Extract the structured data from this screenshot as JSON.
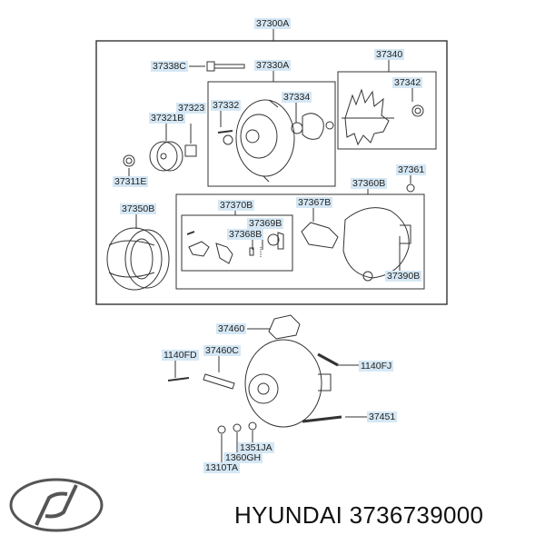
{
  "diagram": {
    "labels": {
      "l37300A": "37300A",
      "l37338C": "37338C",
      "l37330A": "37330A",
      "l37340": "37340",
      "l37342": "37342",
      "l37323": "37323",
      "l37332": "37332",
      "l37334": "37334",
      "l37321B": "37321B",
      "l37311E": "37311E",
      "l37361": "37361",
      "l37360B": "37360B",
      "l37350B": "37350B",
      "l37370B": "37370B",
      "l37367B": "37367B",
      "l37369B": "37369B",
      "l37368B": "37368B",
      "l37390B": "37390B",
      "l37460": "37460",
      "l1140FD": "1140FD",
      "l37460C": "37460C",
      "l1140FJ": "1140FJ",
      "l37451": "37451",
      "l1351JA": "1351JA",
      "l1360GH": "1360GH",
      "l1310TA": "1310TA"
    },
    "logo": "Hyundai",
    "caption": "HYUNDAI 3736739000"
  }
}
